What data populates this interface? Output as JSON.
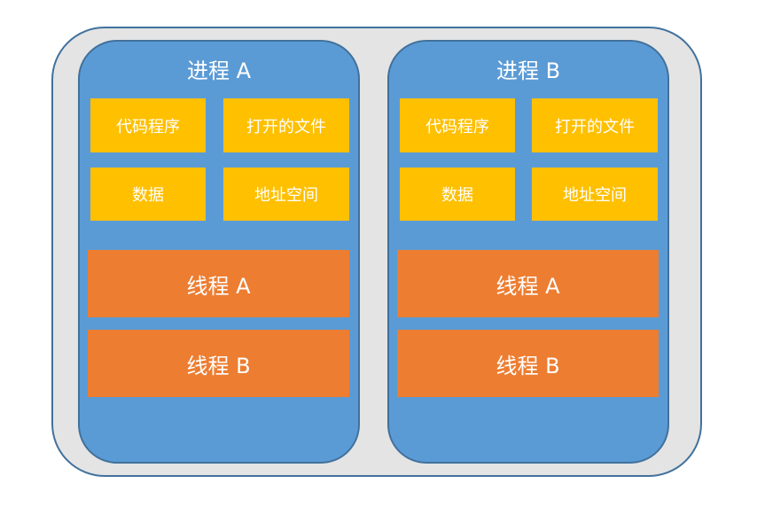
{
  "processes": [
    {
      "title": "进程 A",
      "resources": {
        "code": "代码程序",
        "files": "打开的文件",
        "data": "数据",
        "address_space": "地址空间"
      },
      "threads": [
        "线程 A",
        "线程 B"
      ]
    },
    {
      "title": "进程 B",
      "resources": {
        "code": "代码程序",
        "files": "打开的文件",
        "data": "数据",
        "address_space": "地址空间"
      },
      "threads": [
        "线程 A",
        "线程 B"
      ]
    }
  ],
  "colors": {
    "outer_fill": "#e4e4e4",
    "process_fill": "#5b9bd5",
    "process_border": "#41719c",
    "resource_fill": "#ffc000",
    "thread_fill": "#ed7d31",
    "text": "#ffffff"
  }
}
